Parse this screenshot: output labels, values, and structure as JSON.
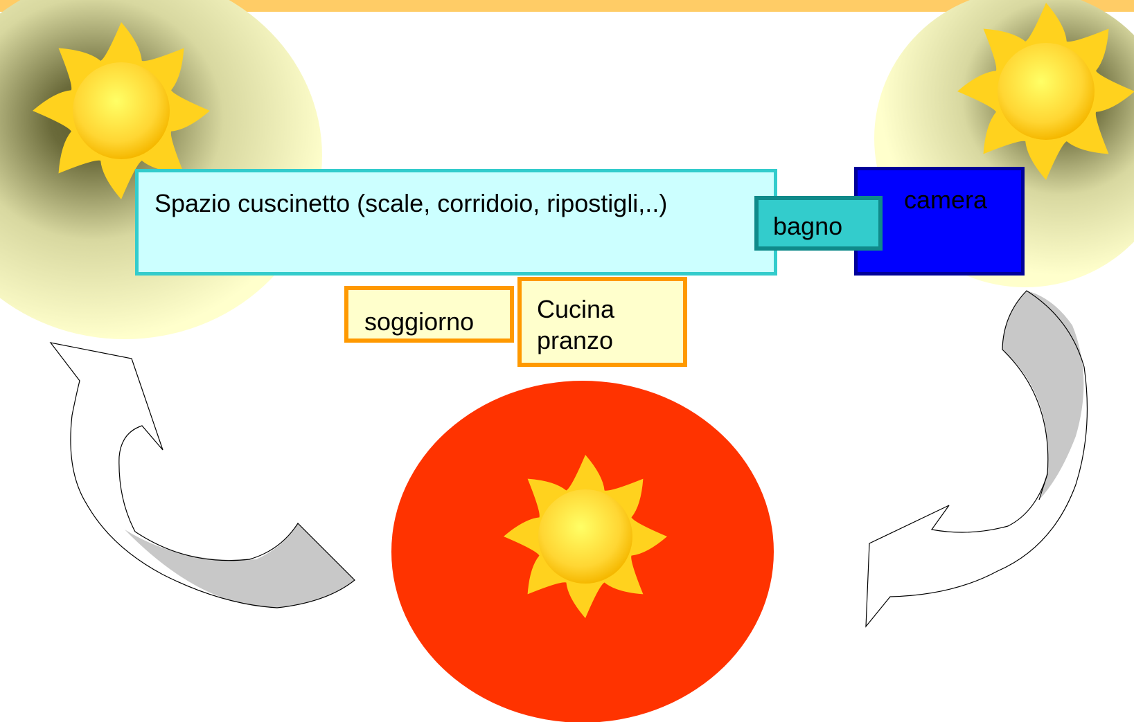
{
  "colors": {
    "top_bar": "#ffcc66",
    "glow_yellow": "#ffffcc",
    "sun_ray": "#ffd21e",
    "sun_core": "#ffdd33",
    "hot_zone": "#ff3300",
    "arrow_fill": "#c8c8c8",
    "buffer_fill": "#ccffff",
    "buffer_border": "#33cccc",
    "bagno_fill": "#33cccc",
    "bagno_border": "#0f8a8a",
    "camera_fill": "#0000ff",
    "camera_border": "#000099",
    "warm_room_fill": "#ffffcc",
    "warm_room_border": "#ff9900"
  },
  "icons": {
    "sun_left": "sun-icon",
    "sun_right": "sun-icon",
    "sun_center": "sun-icon",
    "arrow_left": "curved-arrow-up-icon",
    "arrow_right": "curved-arrow-down-icon"
  },
  "rooms": {
    "buffer_space": "Spazio cuscinetto (scale, corridoio, ripostigli,..)",
    "camera": "camera",
    "bagno": "bagno",
    "soggiorno": "soggiorno",
    "cucina_line1": "Cucina",
    "cucina_line2": "pranzo"
  }
}
